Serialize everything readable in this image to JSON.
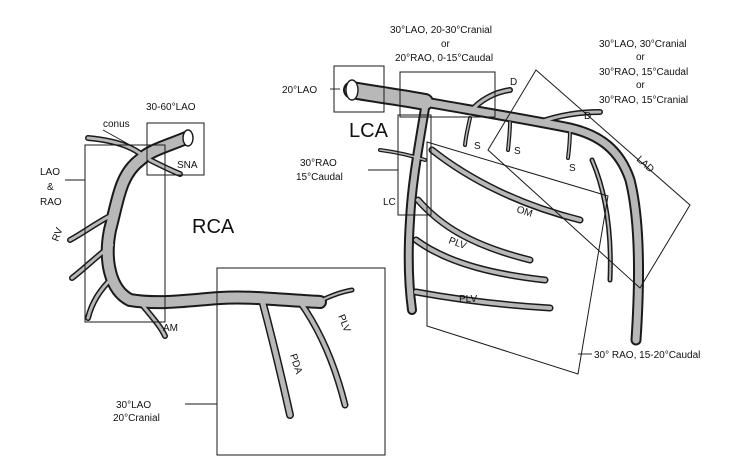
{
  "labels": {
    "rca": "RCA",
    "lca": "LCA",
    "conus": "conus",
    "rca_lao_range": "30-60°LAO",
    "sna": "SNA",
    "lao": "LAO",
    "amp": "&",
    "rao": "RAO",
    "rv": "RV",
    "am": "AM",
    "pda": "PDA",
    "plv_rca": "PLV",
    "rca_view_line1": "30°LAO",
    "rca_view_line2": "20°Cranial",
    "lao_20": "20°LAO",
    "lca_view_line1": "30°LAO, 20-30°Cranial",
    "lca_view_or1": "or",
    "lca_view_line2": "20°RAO, 0-15°Caudal",
    "lad_view_line1": "30°LAO, 30°Cranial",
    "lad_view_or1": "or",
    "lad_view_line2": "30°RAO, 15°Caudal",
    "lad_view_or2": "or",
    "lad_view_line3": "30°RAO, 15°Cranial",
    "lcx_view_line1": "30°RAO",
    "lcx_view_line2": "15°Caudal",
    "lc": "LC",
    "om": "OM",
    "plv_lca_1": "PLV",
    "plv_lca_2": "PLV",
    "lad": "LAD",
    "d1": "D",
    "d2": "D",
    "s1": "S",
    "s2": "S",
    "s3": "S",
    "bottom_view": "30° RAO, 15-20°Caudal"
  },
  "colors": {
    "vessel_outline": "#1a1a1a",
    "vessel_fill": "#b8b8b8",
    "background": "#ffffff"
  }
}
